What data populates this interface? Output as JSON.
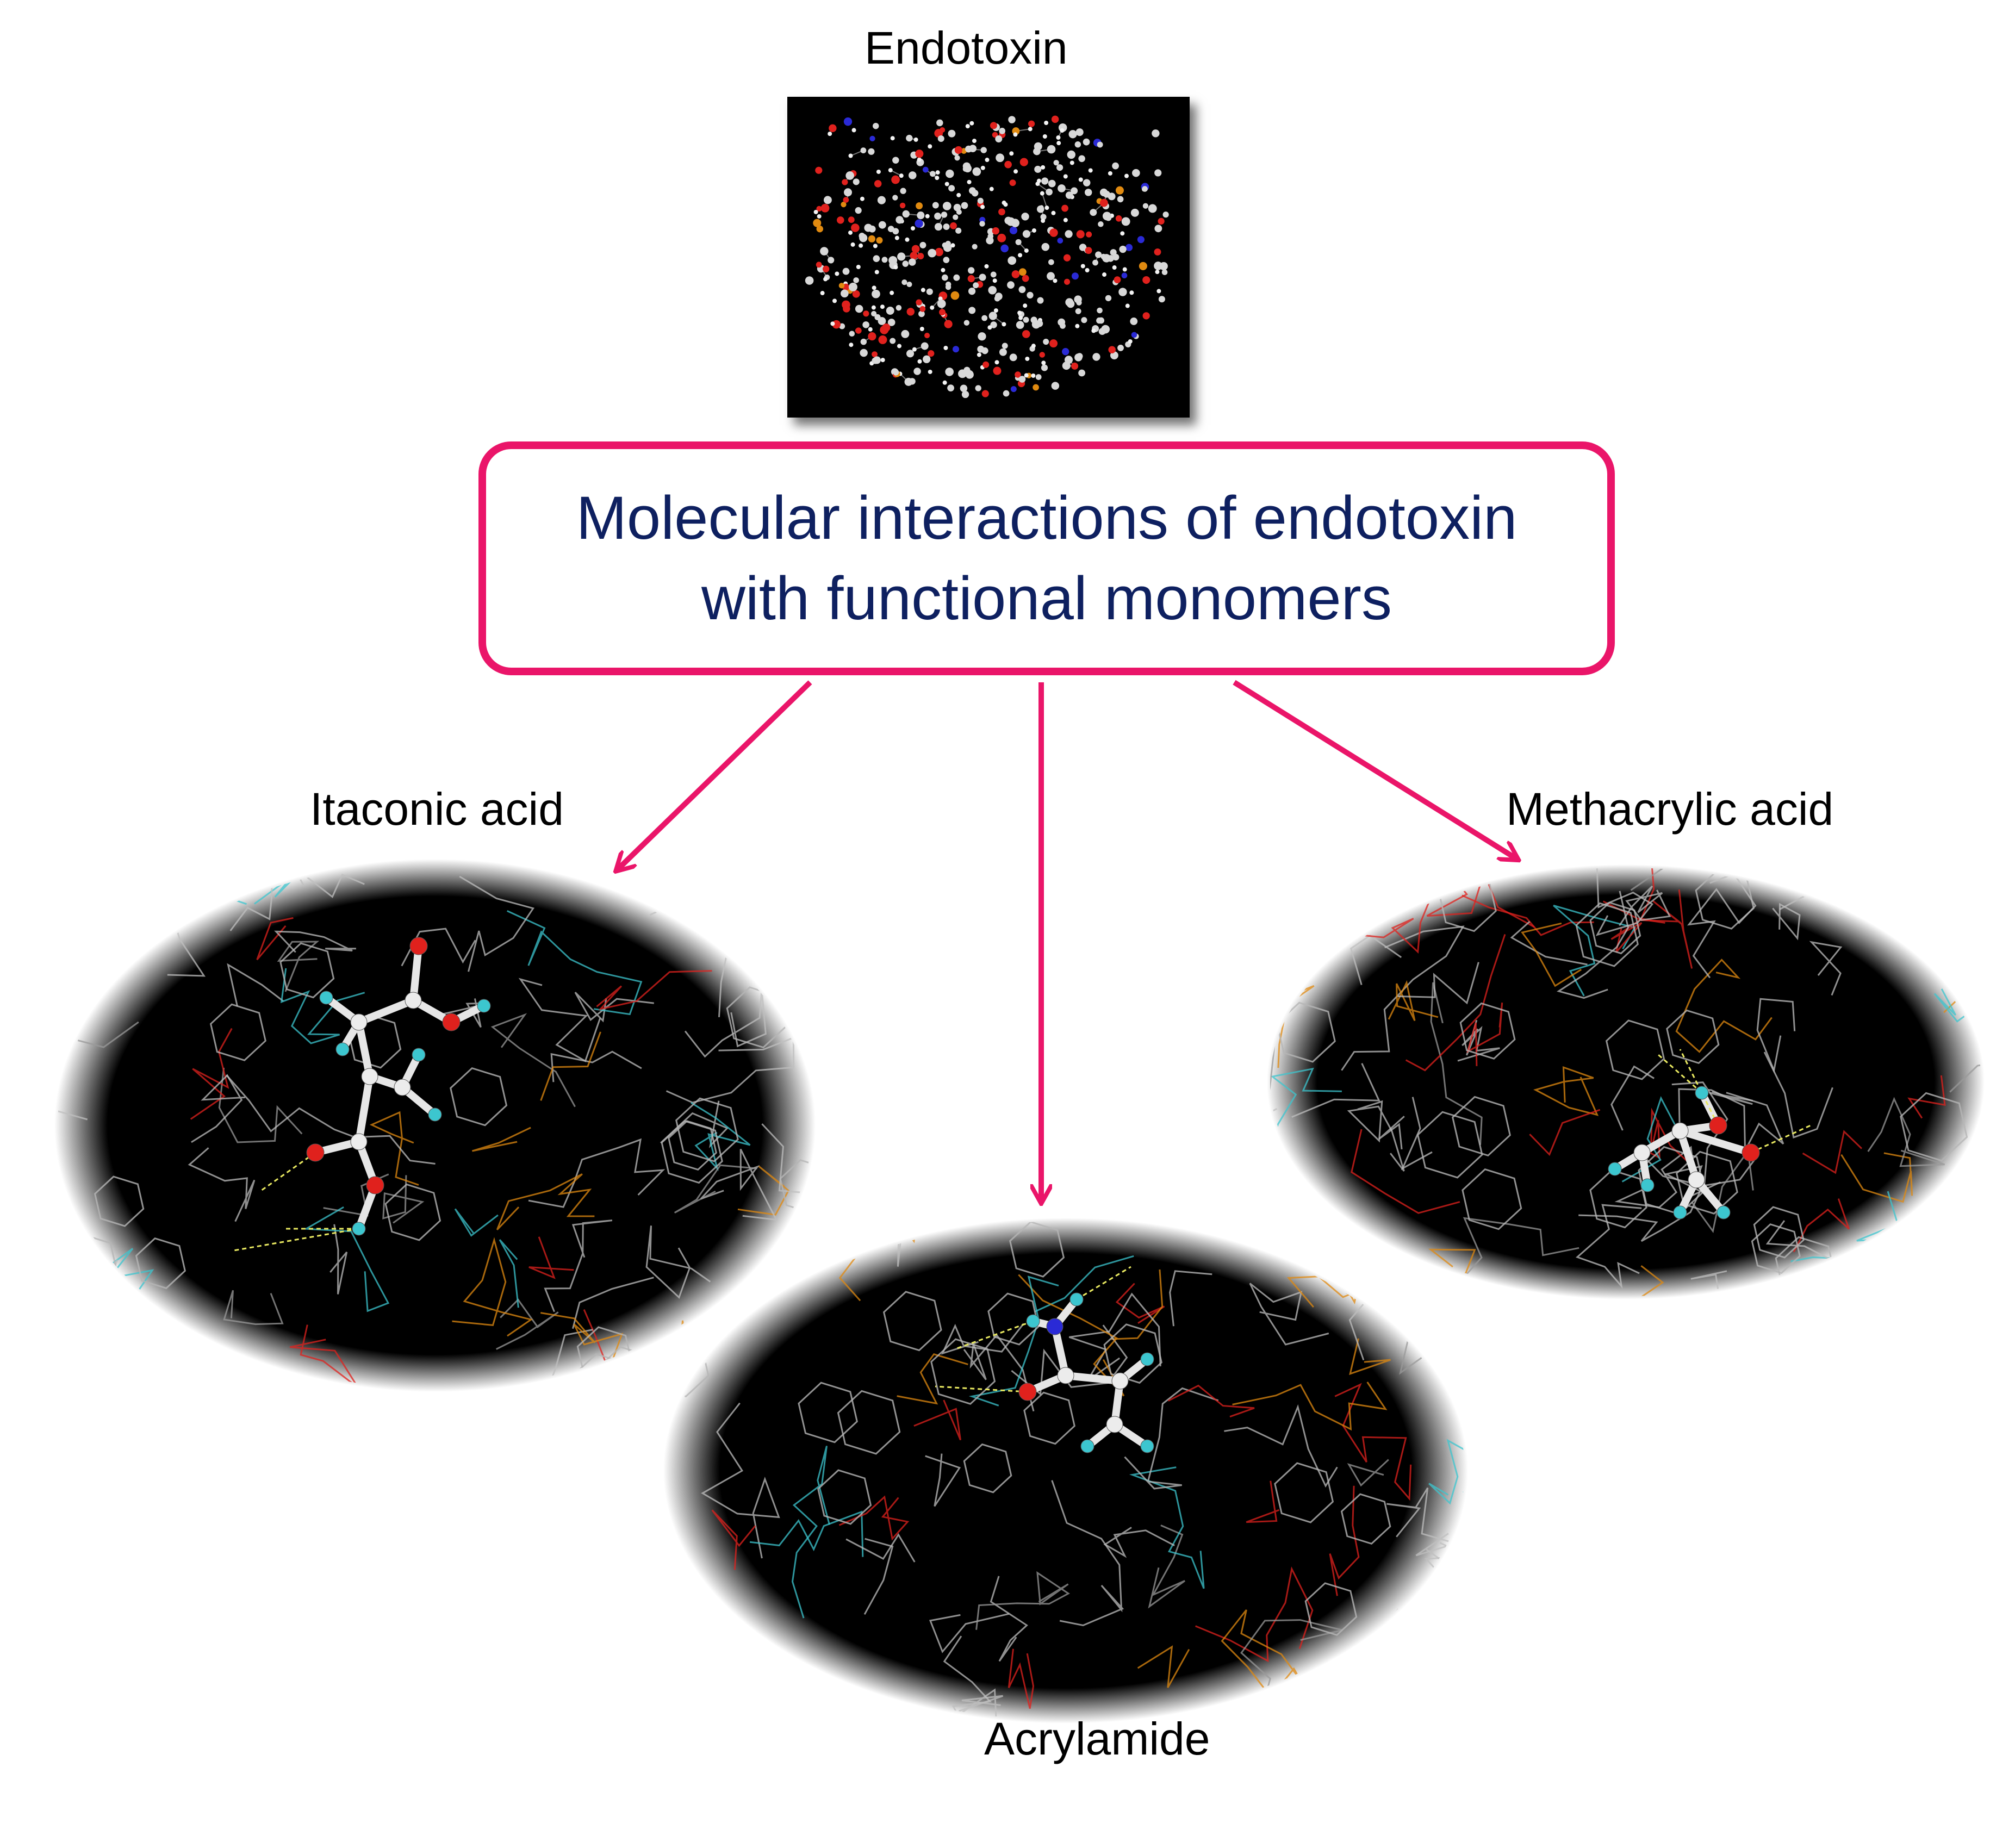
{
  "labels": {
    "endotoxin": "Endotoxin",
    "itaconic": "Itaconic acid",
    "methacrylic": "Methacrylic acid",
    "acrylamide": "Acrylamide"
  },
  "title": {
    "line1": "Molecular interactions of endotoxin",
    "line2": "with functional monomers"
  },
  "colors": {
    "accent": "#ea1569",
    "title_text": "#0e2060",
    "carbon_bond": "#bfbfbf",
    "oxygen": "#e0211d",
    "hydrogen": "#3cc6cf",
    "nitrogen": "#2a2ad6",
    "phosphorus": "#e08a10"
  }
}
